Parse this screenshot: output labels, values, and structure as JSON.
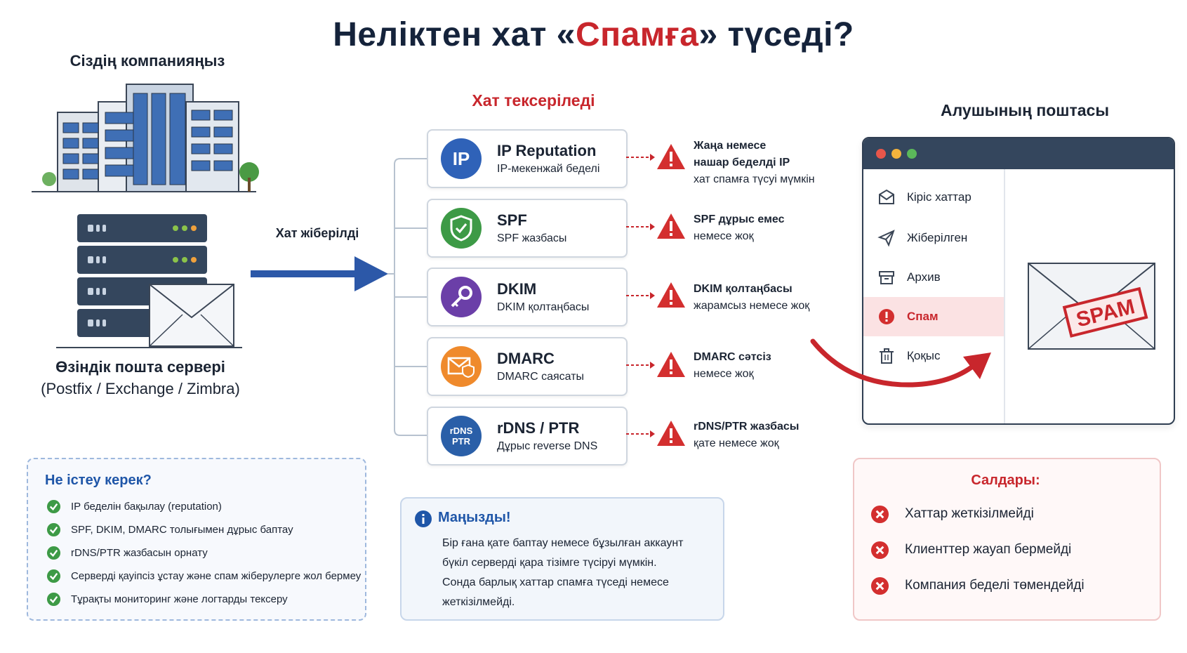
{
  "title": {
    "before": "Неліктен хат «",
    "highlight": "Спамға",
    "after": "» түседі?"
  },
  "sender": {
    "company_label": "Сіздің компанияңыз",
    "server_label": "Өзіндік пошта сервері",
    "server_types": "(Postfix / Exchange / Zimbra)"
  },
  "flow": {
    "sent_label": "Хат жіберілді"
  },
  "checks": {
    "title": "Хат тексеріледі",
    "items": [
      {
        "badge": "IP",
        "name": "IP Reputation",
        "desc": "IP-мекенжай беделі",
        "warning": [
          "Жаңа немесе",
          "нашар беделді IP",
          "хат спамға түсуі мүмкін"
        ]
      },
      {
        "badge": "",
        "name": "SPF",
        "desc": "SPF жазбасы",
        "warning": [
          "SPF дұрыс емес",
          "немесе жоқ"
        ]
      },
      {
        "badge": "",
        "name": "DKIM",
        "desc": "DKIM қолтаңбасы",
        "warning": [
          "DKIM қолтаңбасы",
          "жарамсыз немесе жоқ"
        ]
      },
      {
        "badge": "",
        "name": "DMARC",
        "desc": "DMARC саясаты",
        "warning": [
          "DMARC сәтсіз",
          "немесе жоқ"
        ]
      },
      {
        "badge": "rDNS PTR",
        "name": "rDNS / PTR",
        "desc": "Дұрыс reverse DNS",
        "warning": [
          "rDNS/PTR жазбасы",
          "қате немесе жоқ"
        ]
      }
    ],
    "colors": [
      "#2f62b8",
      "#3d9a46",
      "#6b3fa8",
      "#ef8a2c",
      "#2a5fa8"
    ]
  },
  "recipient": {
    "title": "Алушының поштасы",
    "folders": [
      "Кіріс хаттар",
      "Жіберілген",
      "Архив",
      "Спам",
      "Қоқыс"
    ],
    "active_folder": "Спам",
    "stamp": "SPAM"
  },
  "todo": {
    "title": "Не істеу керек?",
    "items": [
      "IP беделін бақылау (reputation)",
      "SPF, DKIM, DMARC толығымен дұрыс баптау",
      "rDNS/PTR жазбасын орнату",
      "Серверді қауіпсіз ұстау және спам жіберулерге жол бермеу",
      "Тұрақты мониторинг және логтарды тексеру"
    ]
  },
  "important": {
    "title": "Маңызды!",
    "lines": [
      "Бір ғана қате баптау немесе бұзылған аккаунт",
      "бүкіл серверді қара тізімге түсіруі мүмкін.",
      "Сонда барлық хаттар спамға түседі немесе",
      "жеткізілмейді."
    ]
  },
  "consequences": {
    "title": "Салдары:",
    "items": [
      "Хаттар жеткізілмейді",
      "Клиенттер жауап бермейді",
      "Компания беделі төмендейді"
    ]
  },
  "accent_colors": {
    "red": "#c8262c",
    "blue": "#1f56a8",
    "navy": "#15233b"
  }
}
